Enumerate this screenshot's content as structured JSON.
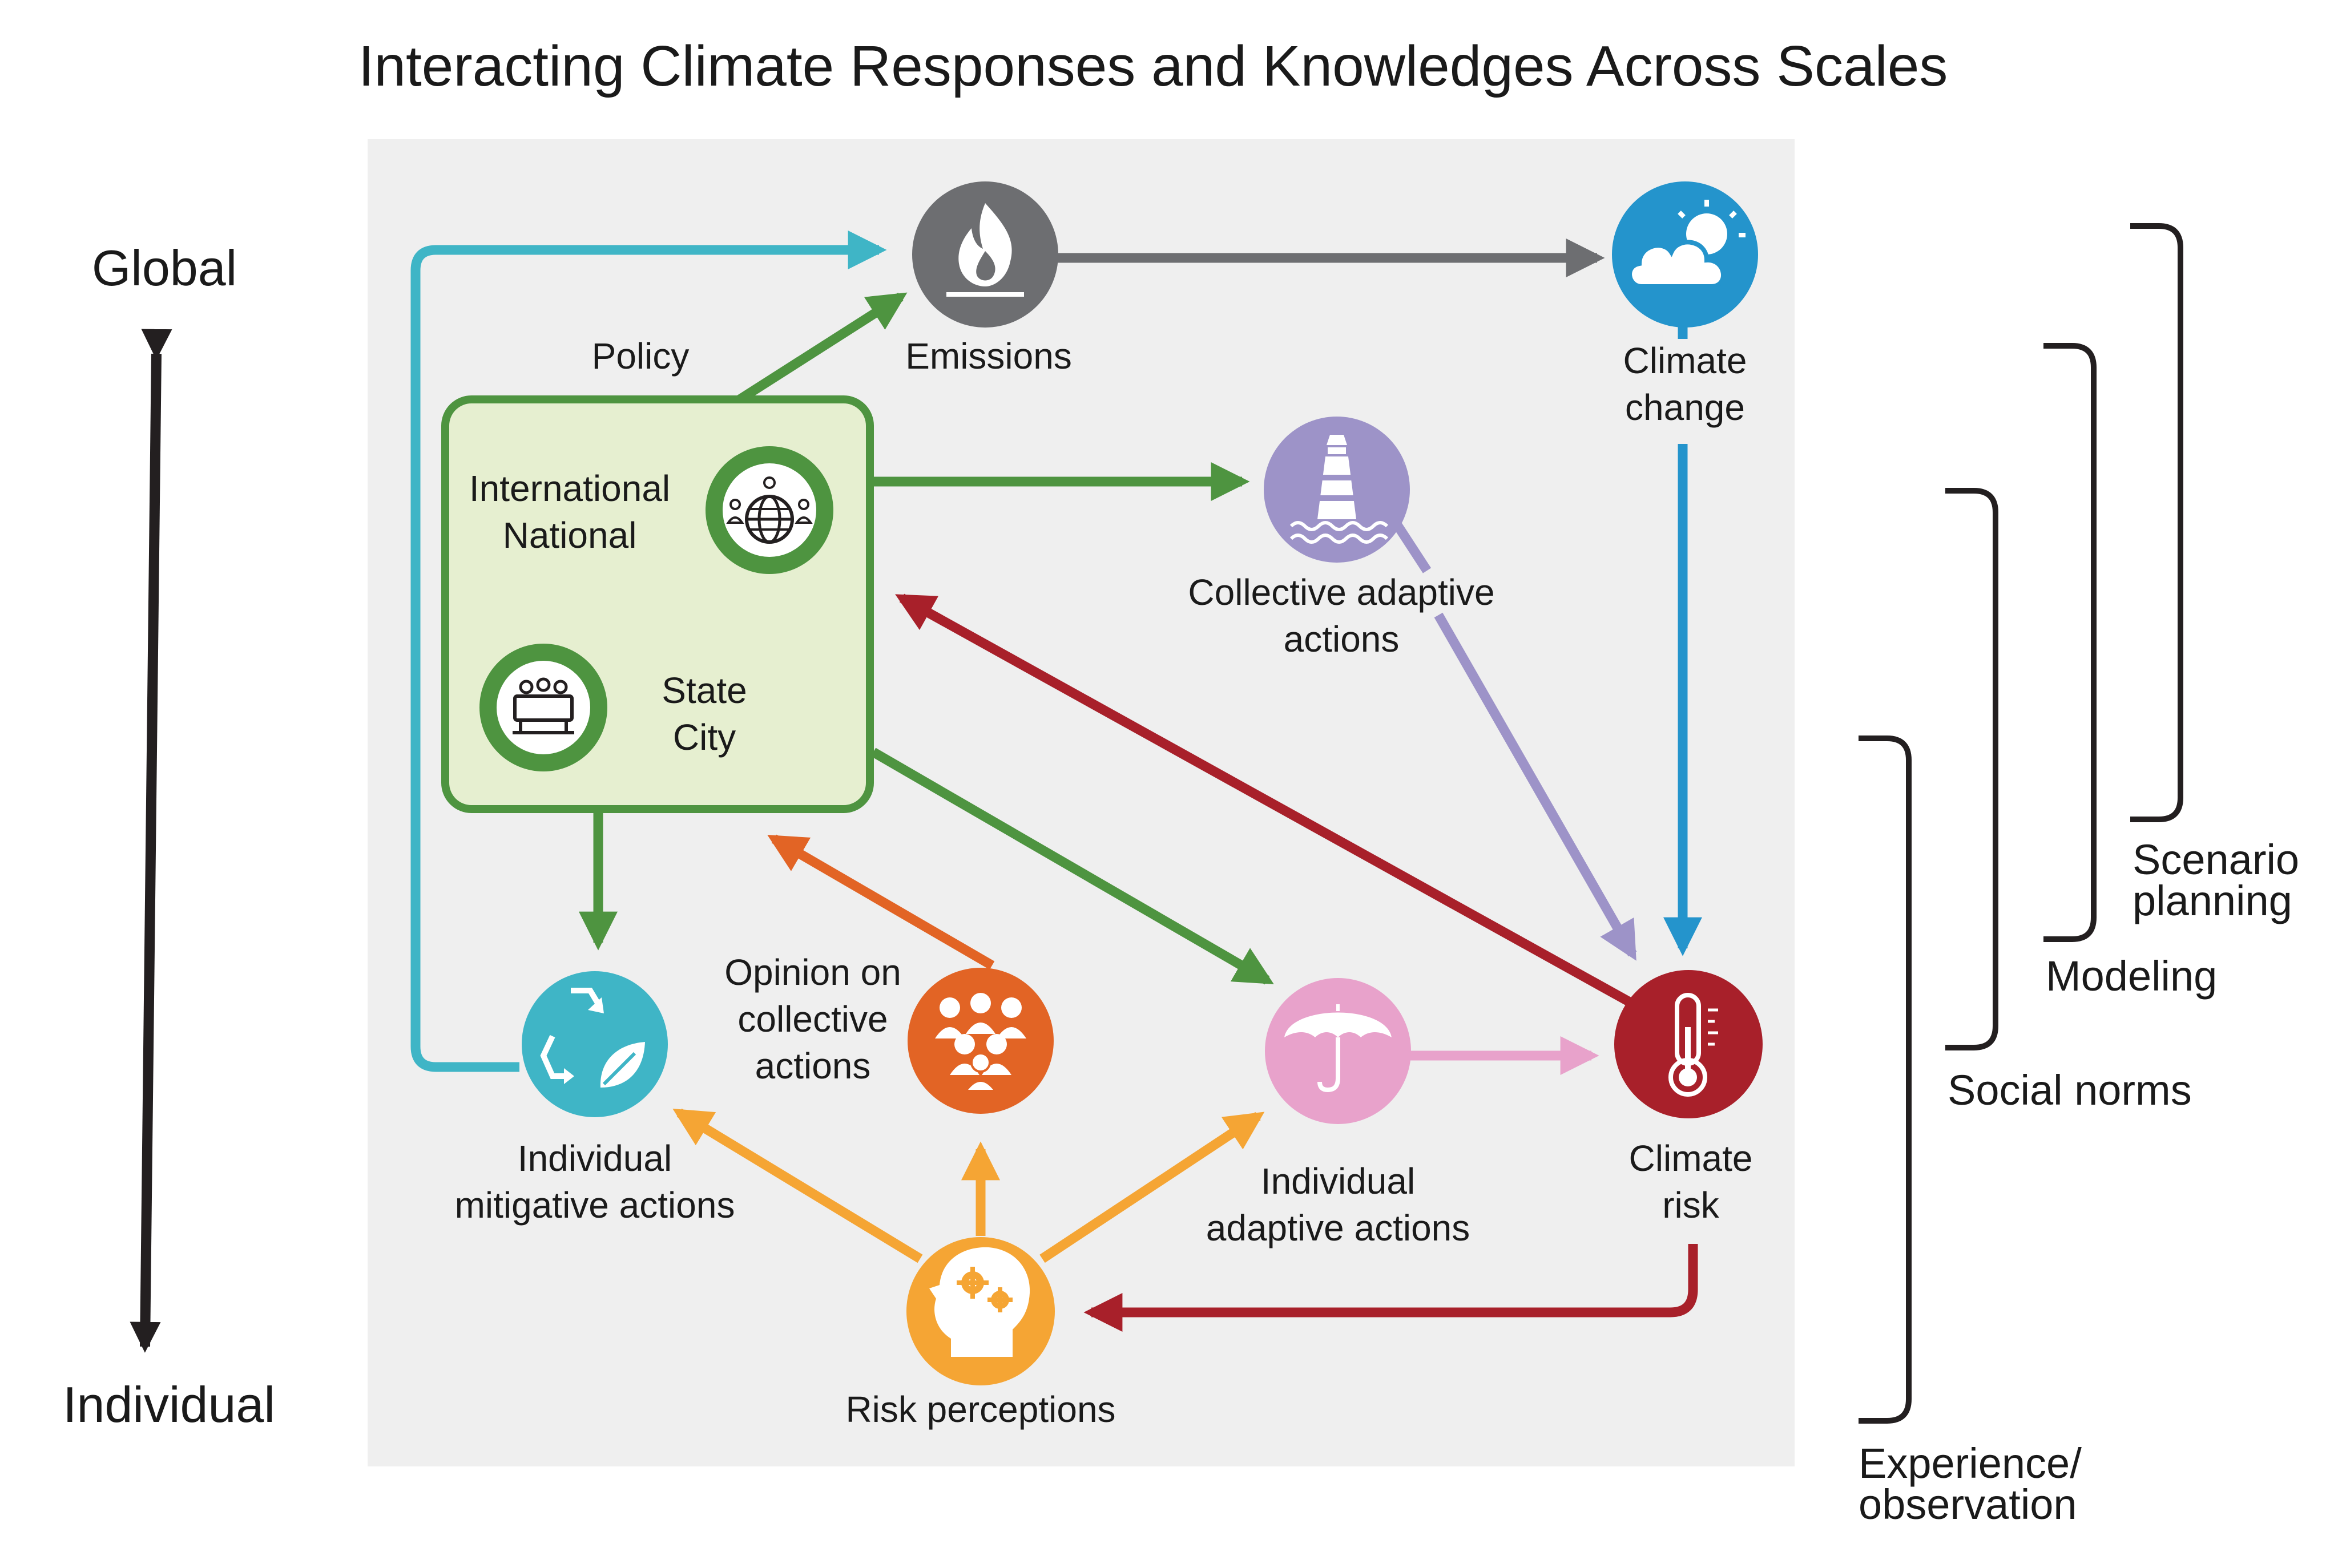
{
  "title": "Interacting Climate Responses and Knowledges Across Scales",
  "scale_axis": {
    "top": "Global",
    "bottom": "Individual"
  },
  "policy": {
    "heading": "Policy",
    "upper_levels": [
      "International",
      "National"
    ],
    "lower_levels": [
      "State",
      "City"
    ]
  },
  "nodes": {
    "emissions": "Emissions",
    "climate_change": [
      "Climate",
      "change"
    ],
    "collective_adaptive": [
      "Collective adaptive",
      "actions"
    ],
    "opinion": [
      "Opinion on",
      "collective",
      "actions"
    ],
    "individual_mitigative": [
      "Individual",
      "mitigative actions"
    ],
    "individual_adaptive": [
      "Individual",
      "adaptive actions"
    ],
    "climate_risk": [
      "Climate",
      "risk"
    ],
    "risk_perceptions": "Risk perceptions"
  },
  "knowledges": {
    "scenario_planning": [
      "Scenario",
      "planning"
    ],
    "modeling": "Modeling",
    "social_norms": "Social norms",
    "experience": [
      "Experience/",
      "observation"
    ]
  },
  "colors": {
    "panel": "#efefef",
    "policy_fill": "#e6efd0",
    "policy_green": "#4e9440",
    "emissions_gray": "#6d6e71",
    "climate_blue": "#2494cc",
    "collective_purple": "#9d93c8",
    "opinion_orange": "#e26425",
    "mitigative_teal": "#3fb5c6",
    "adaptive_pink": "#e8a2cb",
    "risk_red": "#a8202a",
    "perception_yellow": "#f5a534"
  }
}
